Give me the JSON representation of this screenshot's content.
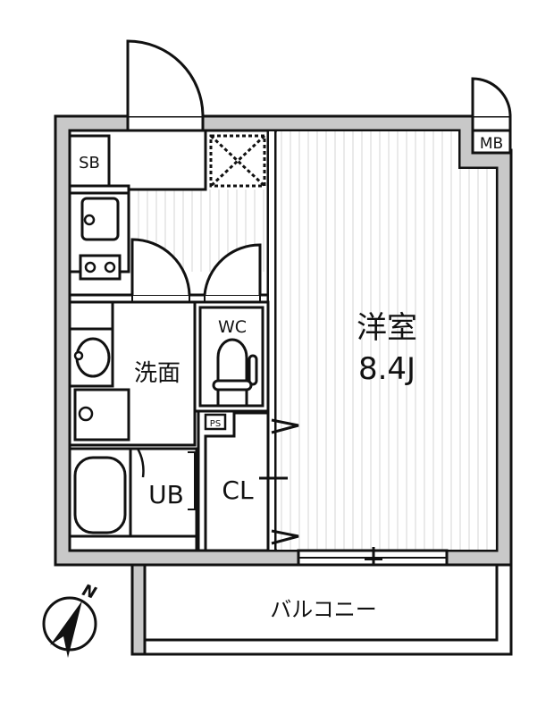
{
  "floorplan": {
    "colors": {
      "wall": "#c8c8c8",
      "line": "#111111",
      "floor_stripe": "#e6e6e6",
      "background": "#ffffff"
    },
    "rooms": {
      "western_room": {
        "name": "洋室",
        "size": "8.4J"
      },
      "washroom": {
        "name": "洗面"
      },
      "toilet": {
        "name": "WC"
      },
      "bath": {
        "name": "UB"
      },
      "closet": {
        "name": "CL"
      },
      "shoe_box": {
        "name": "SB"
      },
      "meter_box": {
        "name": "MB"
      },
      "pipe_space": {
        "name": "PS"
      },
      "balcony": {
        "name": "バルコニー"
      }
    },
    "compass": {
      "label": "N",
      "icon": "north-arrow-icon"
    }
  }
}
